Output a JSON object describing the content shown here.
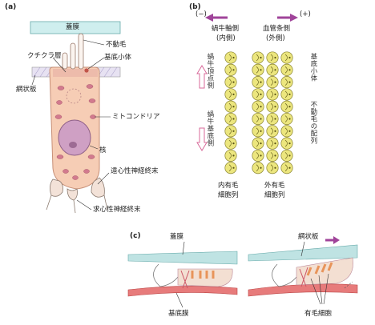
{
  "panels": {
    "a": "(a)",
    "b": "(b)",
    "c": "(c)"
  },
  "a": {
    "tectorial_membrane": "蓋膜",
    "stereocilia": "不動毛",
    "kinocilium": "クチクラ層",
    "basal_body": "基底小体",
    "reticular_lamina": "網状板",
    "mitochondria": "ミトコンドリア",
    "nucleus": "核",
    "efferent": "遠心性神経終末",
    "afferent": "求心性神経終末"
  },
  "b": {
    "minus": "(−)",
    "plus": "(+)",
    "modiolar_side": "蝸牛軸側",
    "modiolar_paren": "(内側)",
    "vascular_side": "血管条側",
    "vascular_paren": "(外側)",
    "apex_side": "蝸牛頂点側",
    "base_side": "蝸牛基底側",
    "basal_body": "基底小体",
    "stereocilia_arrangement": "不動毛の配列",
    "inner_label_1": "内有毛",
    "inner_label_2": "細胞列",
    "outer_label_1": "外有毛",
    "outer_label_2": "細胞列"
  },
  "c": {
    "tectorial": "蓋膜",
    "reticular": "網状板",
    "basilar": "基底膜",
    "hair_cells": "有毛細胞"
  },
  "colors": {
    "cell": "#f6cdb5",
    "nucleus": "#cfa0c4",
    "membrane": "#bfe3e3",
    "arrow": "#a0449a",
    "cilia_circle": "#ece67e",
    "nerve": "#f3e2d8"
  }
}
